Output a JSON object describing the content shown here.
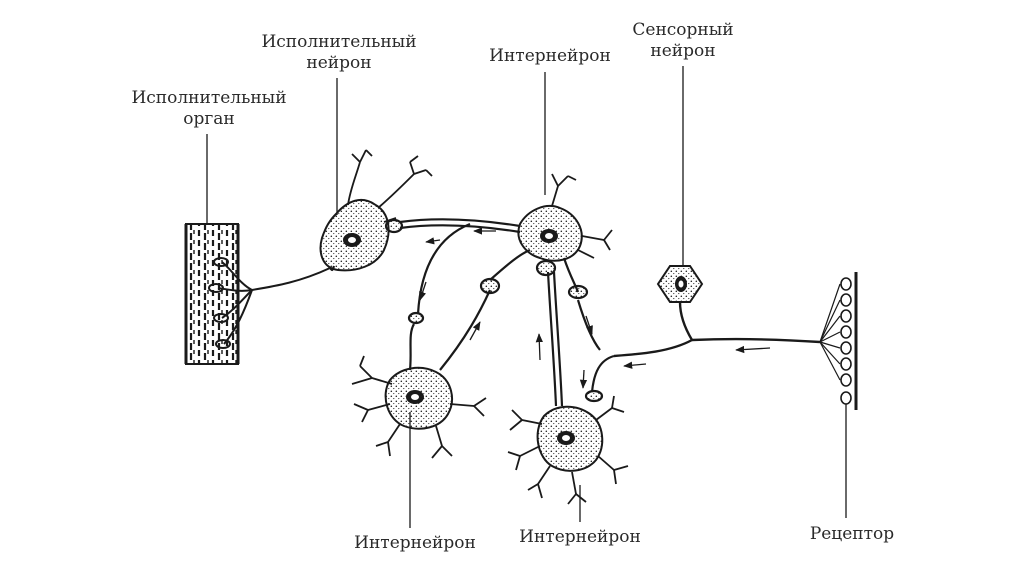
{
  "labels": {
    "effector_organ": [
      "Исполнительный",
      "орган"
    ],
    "motor_neuron": [
      "Исполнительный",
      "нейрон"
    ],
    "interneuron_top": "Интернейрон",
    "sensory_neuron": [
      "Сенсорный",
      "нейрон"
    ],
    "interneuron_bottom_left": "Интернейрон",
    "interneuron_bottom_middle": "Интернейрон",
    "receptor": "Рецептор"
  },
  "colors": {
    "ink": "#1a1a1a",
    "text": "#2a2a2a",
    "background": "#ffffff"
  }
}
